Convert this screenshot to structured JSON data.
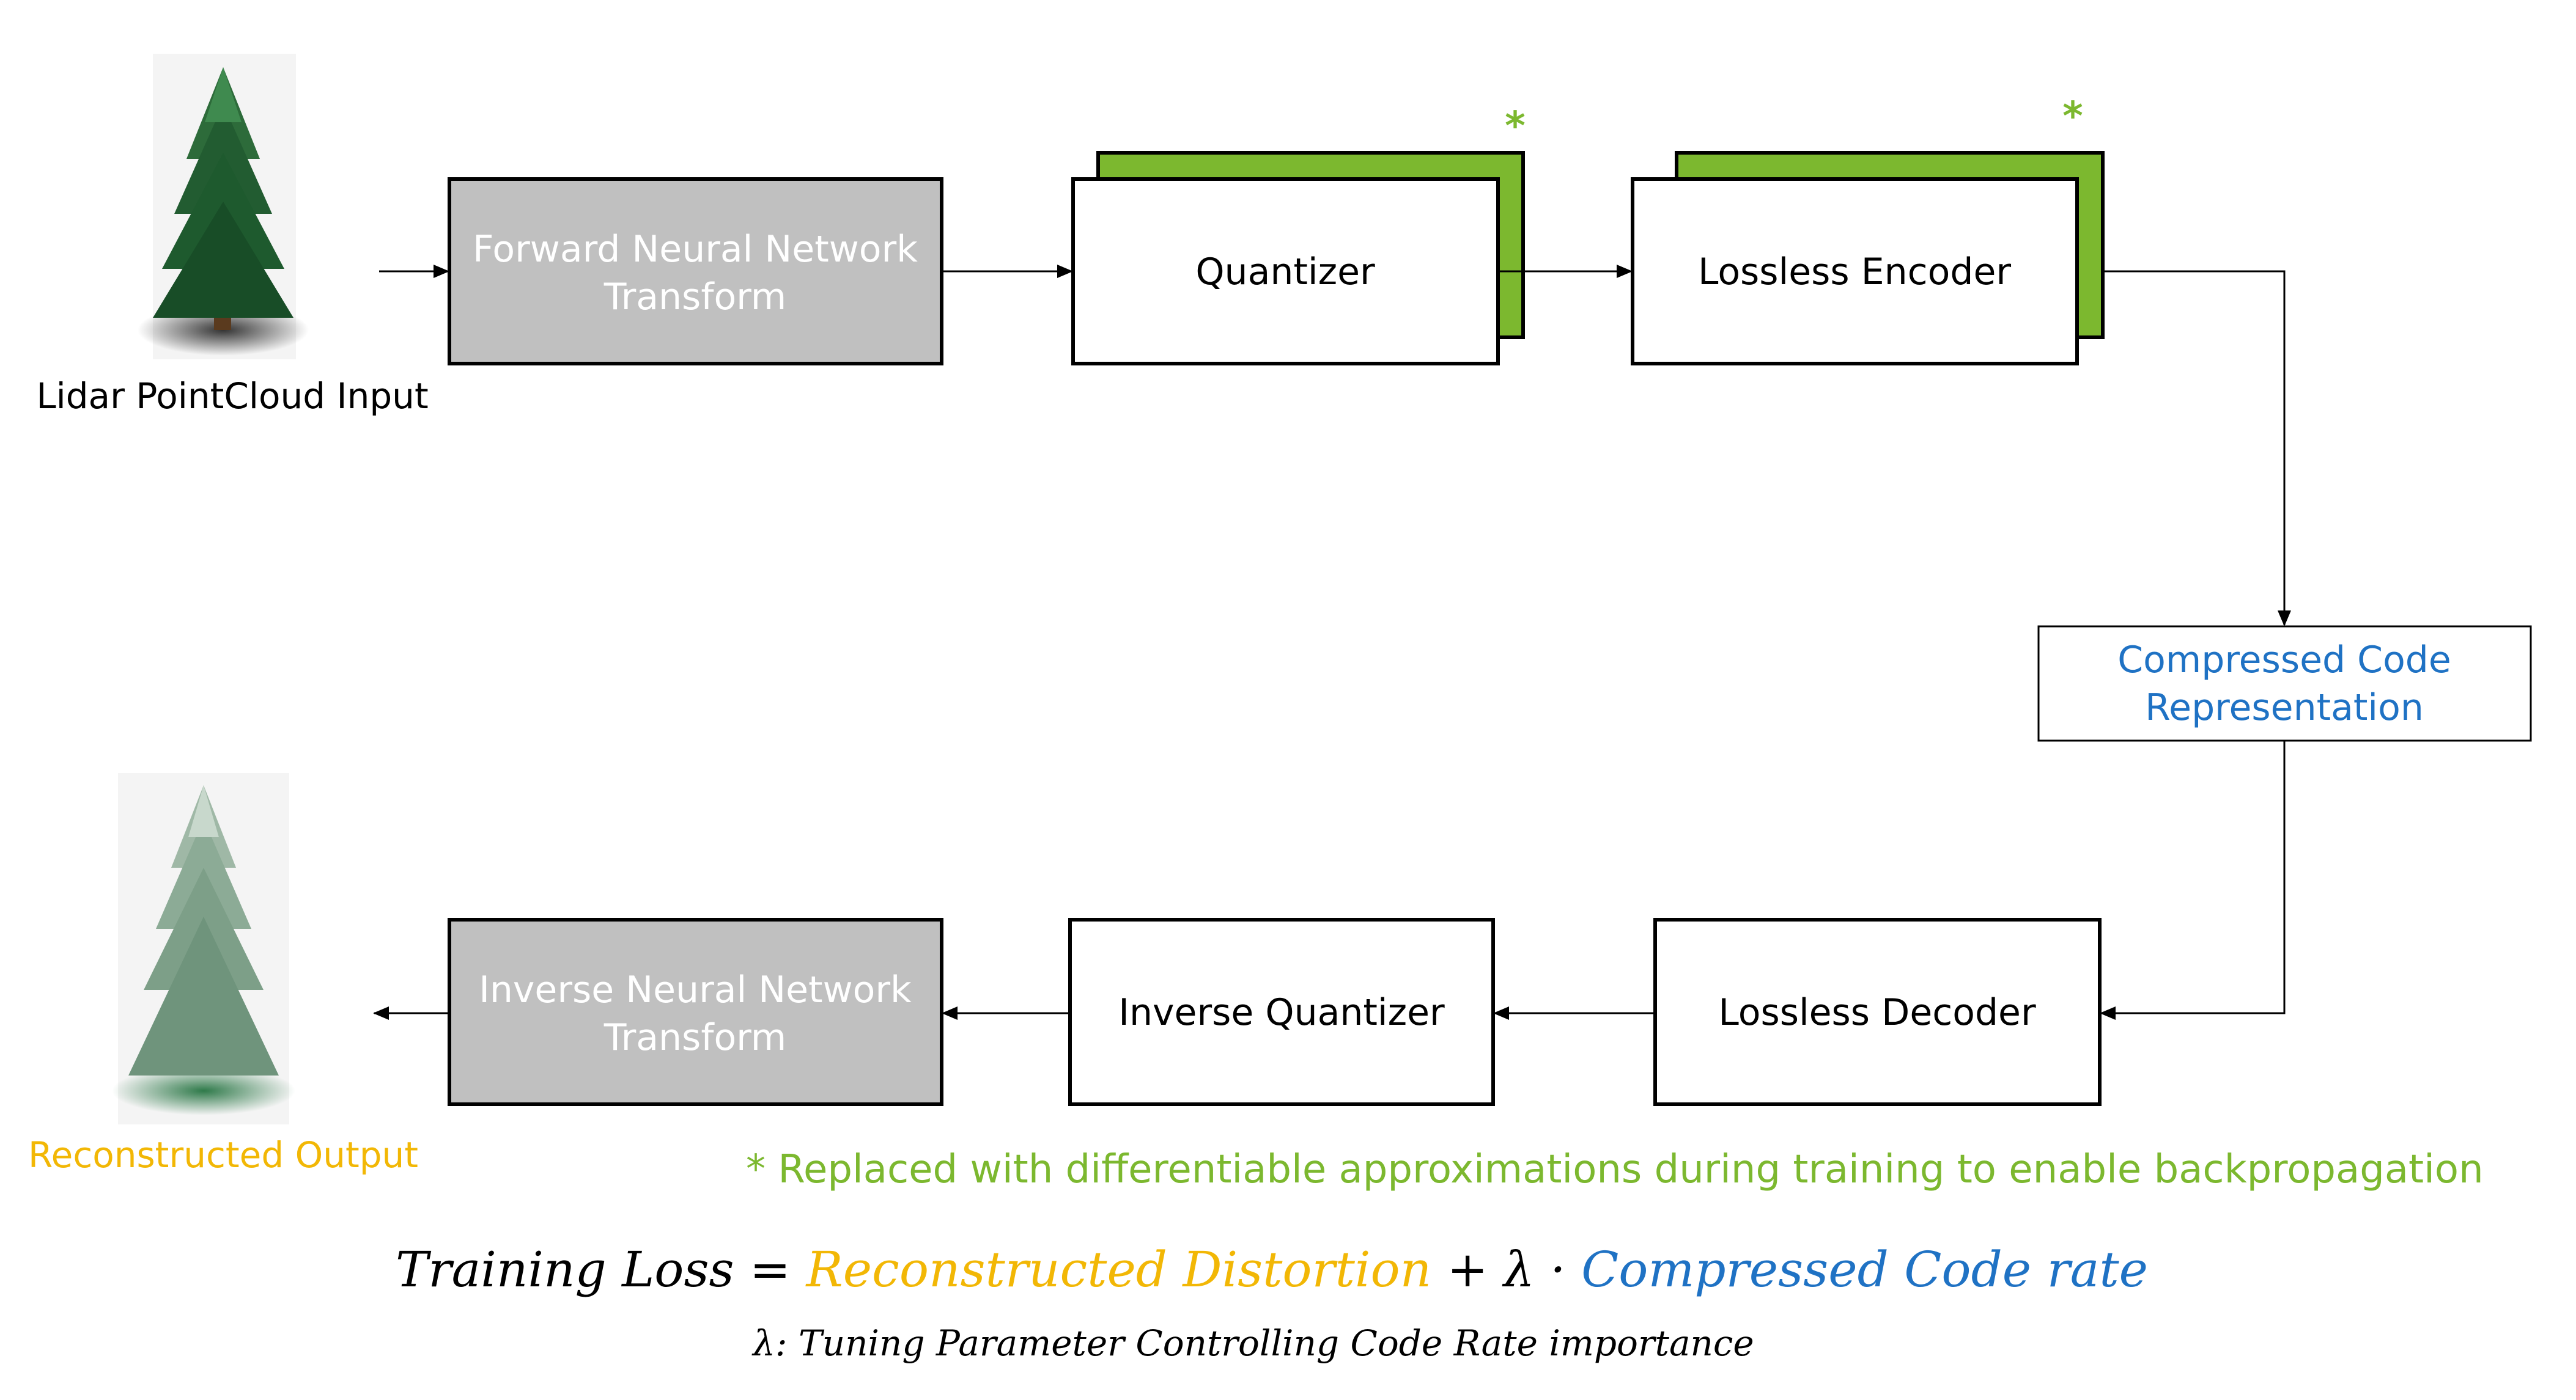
{
  "colors": {
    "green": "#7cb82f",
    "gray_box": "#c0c0c0",
    "gold": "#f2b705",
    "blue": "#1f72c4",
    "black": "#000000"
  },
  "input": {
    "icon": "tree-icon",
    "label": "Lidar PointCloud Input"
  },
  "output": {
    "icon": "tree-icon",
    "label": "Reconstructed Output"
  },
  "boxes": {
    "forward_transform": [
      "Forward Neural Network",
      "Transform"
    ],
    "quantizer": "Quantizer",
    "lossless_encoder": "Lossless Encoder",
    "compressed_code": [
      "Compressed Code",
      "Representation"
    ],
    "lossless_decoder": "Lossless Decoder",
    "inverse_quantizer": "Inverse Quantizer",
    "inverse_transform": [
      "Inverse Neural Network",
      "Transform"
    ]
  },
  "markers": {
    "asterisk": "*"
  },
  "note": "* Replaced with differentiable approximations during training to enable backpropagation",
  "equation": {
    "lhs": "Training Loss",
    "equals": " = ",
    "term1": "Reconstructed Distortion",
    "plus": " + λ · ",
    "term2": "Compressed Code rate"
  },
  "lambda_note": "λ: Tuning Parameter Controlling Code Rate importance"
}
